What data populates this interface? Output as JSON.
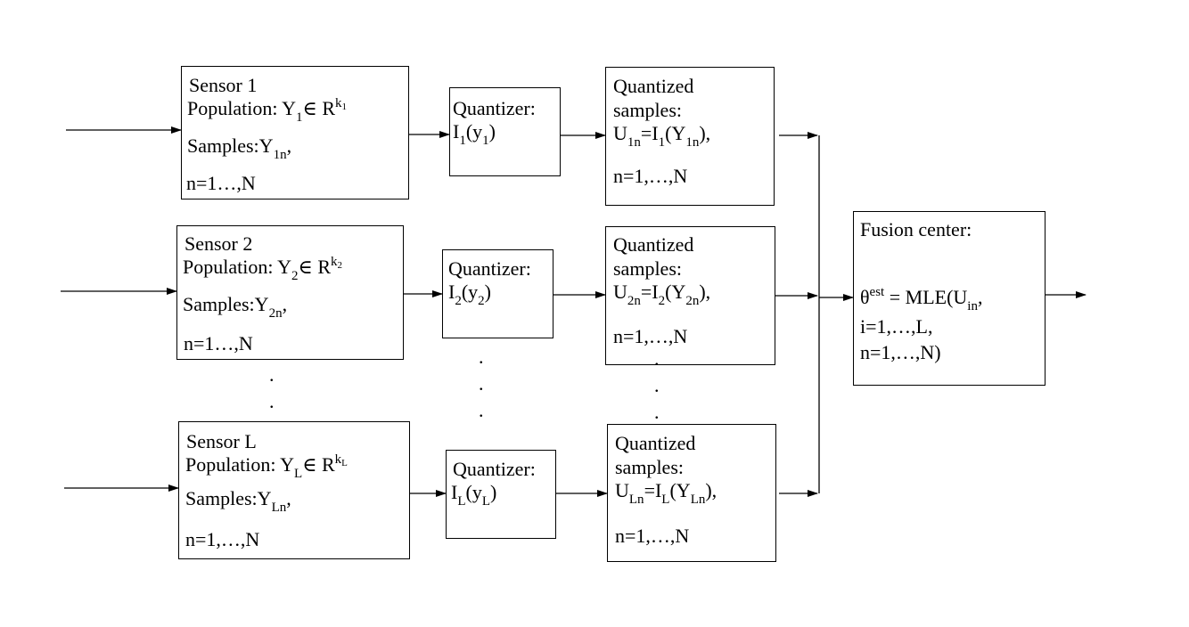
{
  "sensors": [
    {
      "title": "Sensor 1",
      "population_label": "Population: Y",
      "population_sub": "1",
      "population_in": "∈ R",
      "population_sup": "k",
      "population_supsub": "1",
      "samples_label": "Samples:Y",
      "samples_sub": "1n",
      "samples_tail": ",",
      "range": "n=1…,N"
    },
    {
      "title": "Sensor 2",
      "population_label": "Population: Y",
      "population_sub": "2",
      "population_in": "∈ R",
      "population_sup": "k",
      "population_supsub": "2",
      "samples_label": "Samples:Y",
      "samples_sub": "2n",
      "samples_tail": ",",
      "range": "n=1…,N"
    },
    {
      "title": "Sensor L",
      "population_label": "Population: Y",
      "population_sub": "L",
      "population_in": "∈ R",
      "population_sup": "k",
      "population_supsub": "L",
      "samples_label": "Samples:Y",
      "samples_sub": "Ln",
      "samples_tail": ",",
      "range": "n=1,…,N"
    }
  ],
  "quantizers": [
    {
      "title": "Quantizer:",
      "fn": "I",
      "fn_sub": "1",
      "arg_open": "(y",
      "arg_sub": "1",
      "arg_close": ")"
    },
    {
      "title": "Quantizer:",
      "fn": "I",
      "fn_sub": "2",
      "arg_open": "(y",
      "arg_sub": "2",
      "arg_close": ")"
    },
    {
      "title": "Quantizer:",
      "fn": "I",
      "fn_sub": "L",
      "arg_open": "(y",
      "arg_sub": "L",
      "arg_close": ")"
    }
  ],
  "quantized": [
    {
      "line1": "Quantized",
      "line2": "samples:",
      "u": "U",
      "u_sub": "1n",
      "eq": "=I",
      "eq_sub": "1",
      "arg": "(Y",
      "arg_sub": "1n",
      "close": "),",
      "range": "n=1,…,N"
    },
    {
      "line1": "Quantized",
      "line2": "samples:",
      "u": "U",
      "u_sub": "2n",
      "eq": "=I",
      "eq_sub": "2",
      "arg": "(Y",
      "arg_sub": "2n",
      "close": "),",
      "range": "n=1,…,N"
    },
    {
      "line1": "Quantized",
      "line2": "samples:",
      "u": "U",
      "u_sub": "Ln",
      "eq": "=I",
      "eq_sub": "L",
      "arg": "(Y",
      "arg_sub": "Ln",
      "close": "),",
      "range": "n=1,…,N"
    }
  ],
  "fusion": {
    "title": "Fusion center:",
    "theta": "θ",
    "theta_sup": "est",
    "mle": " = MLE(U",
    "mle_sub": "in",
    "mle_tail": ",",
    "line3": "i=1,…,L,",
    "line4": "n=1,…,N)"
  },
  "ellipsis_dot": "."
}
